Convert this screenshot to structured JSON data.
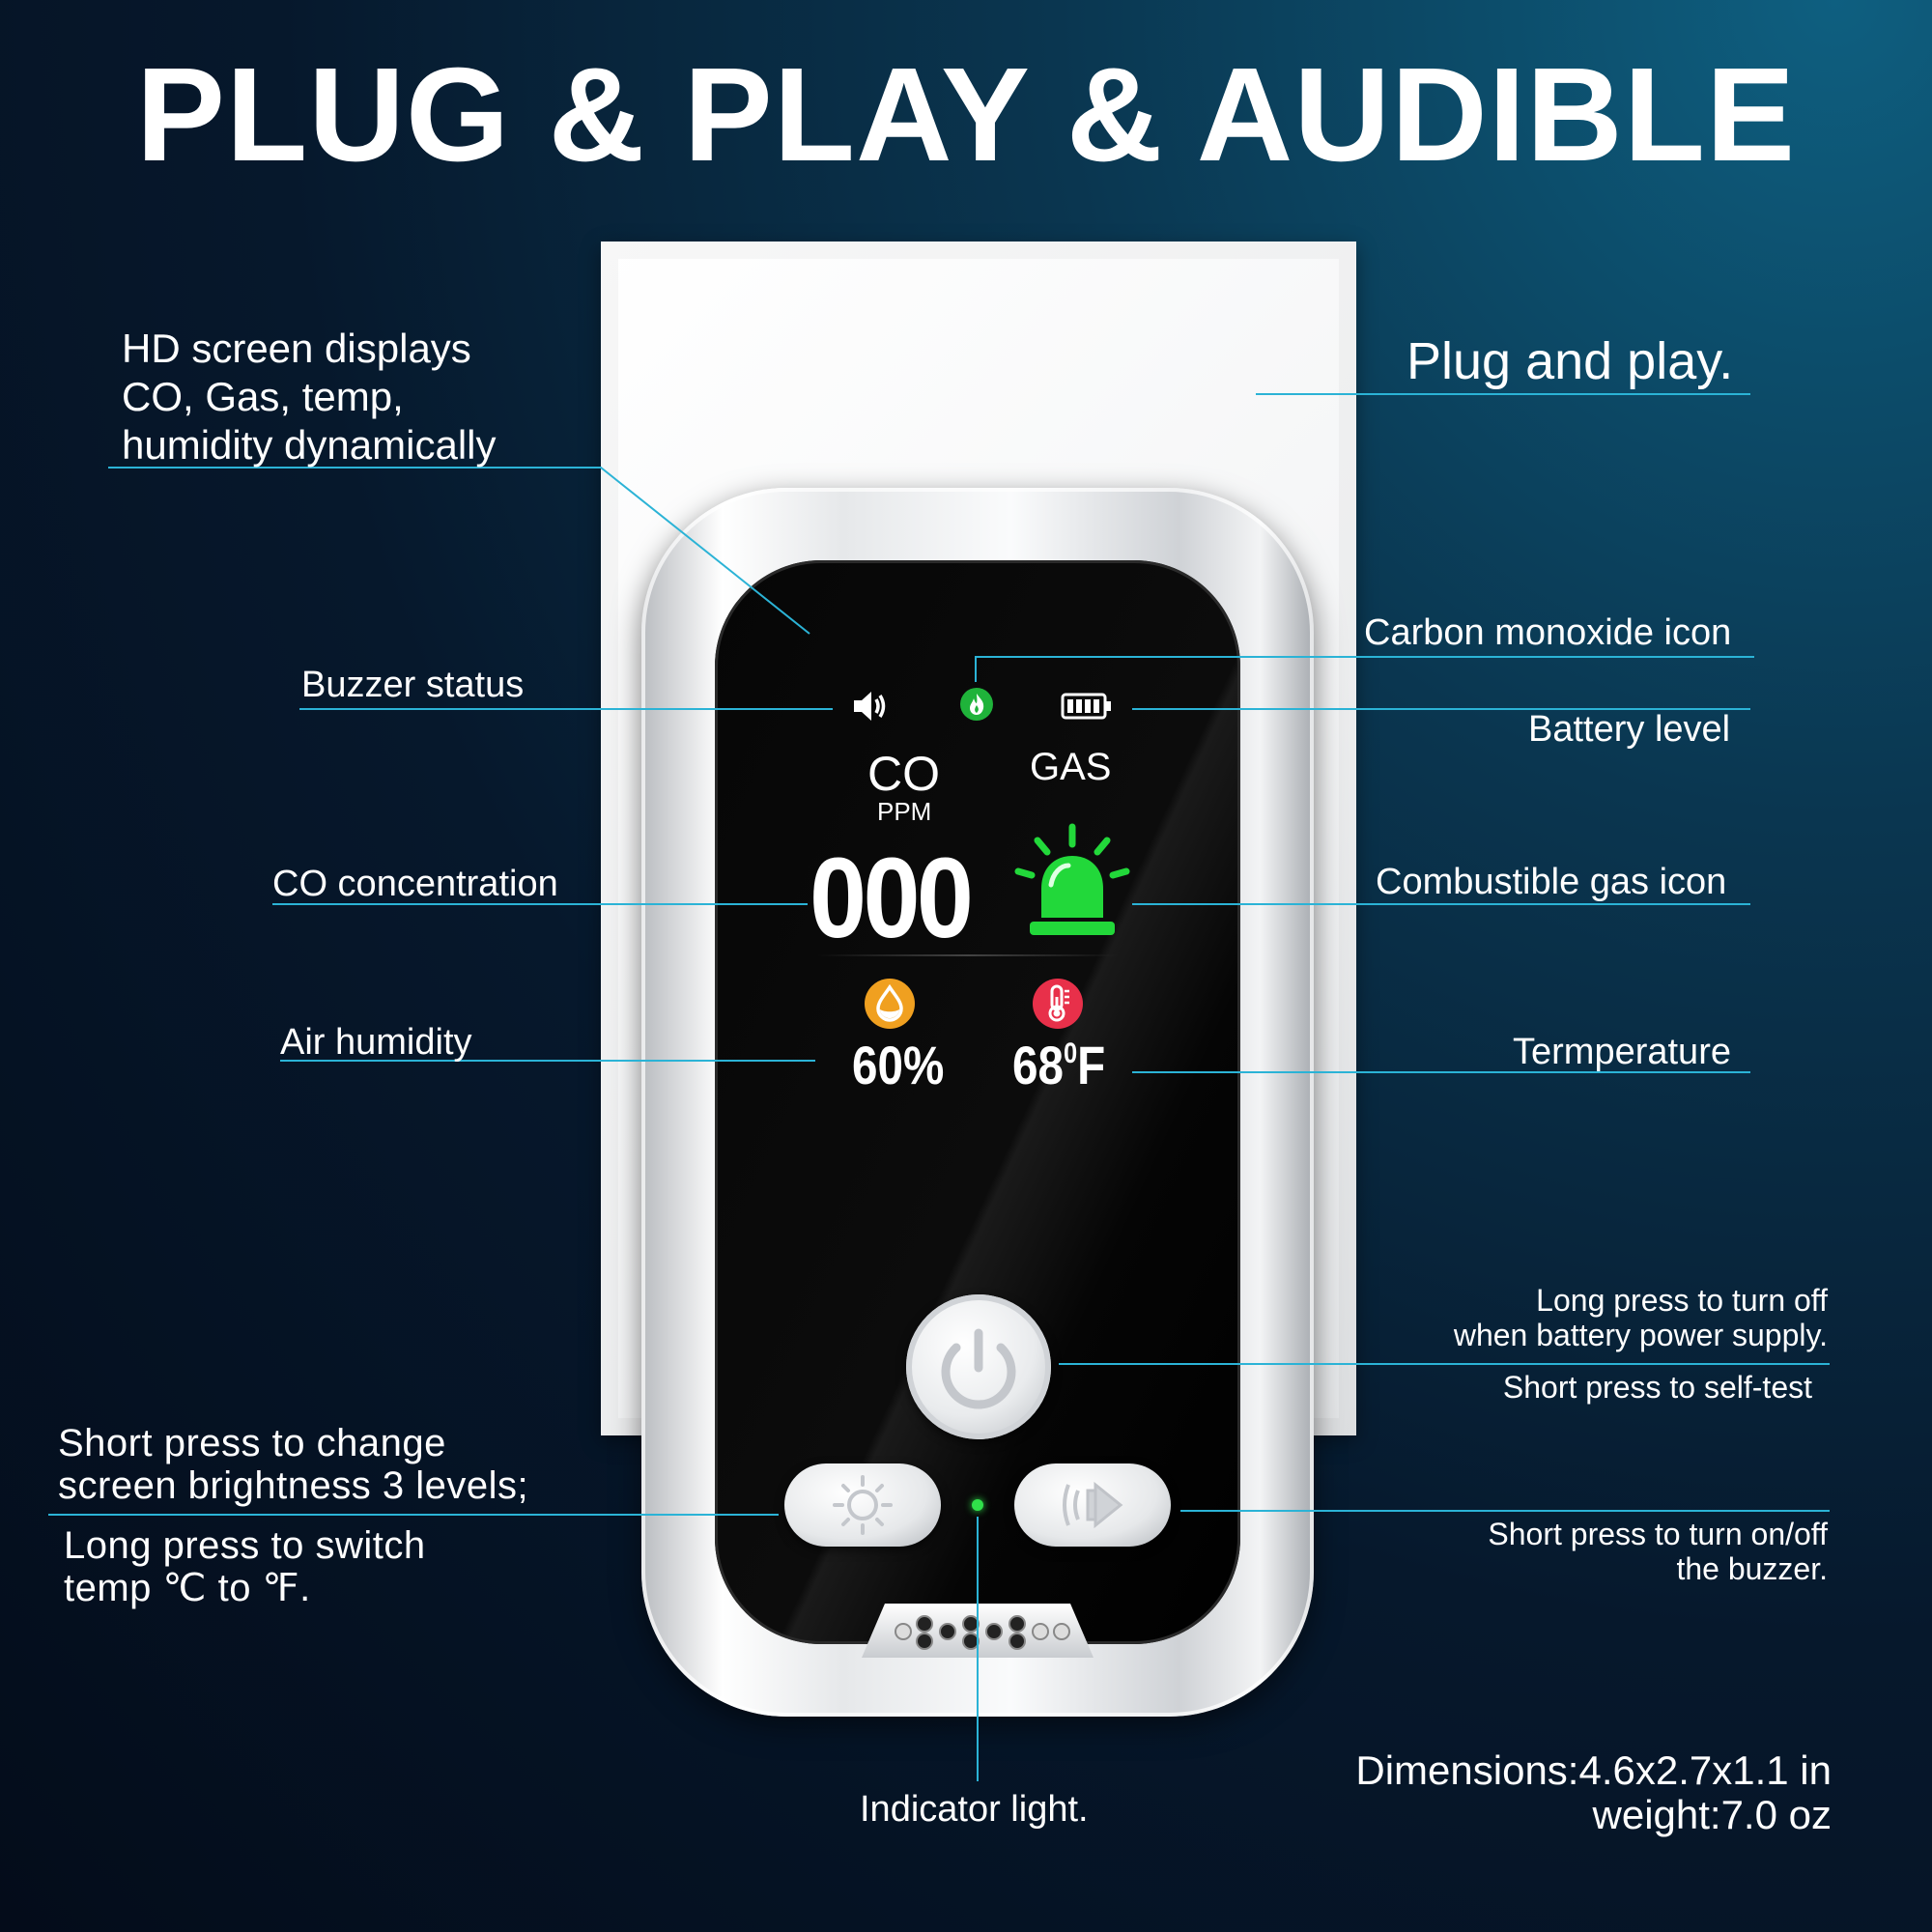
{
  "title": "PLUG & PLAY & AUDIBLE",
  "device_screen": {
    "co_label": "CO",
    "co_unit": "PPM",
    "gas_label": "GAS",
    "co_value": "000",
    "humidity_value": "60%",
    "temperature_value": "68",
    "temperature_degree": "0",
    "temperature_unit": "F"
  },
  "callouts": {
    "hd_screen": "HD screen displays\nCO, Gas, temp,\nhumidity dynamically",
    "plug_and_play": "Plug and play.",
    "carbon_monoxide_icon": "Carbon monoxide icon",
    "buzzer_status": "Buzzer status",
    "battery_level": "Battery level",
    "co_concentration": "CO concentration",
    "combustible_gas_icon": "Combustible gas icon",
    "air_humidity": "Air humidity",
    "temperature": "Termperature",
    "power_long_press": "Long press to turn off\nwhen battery power supply.",
    "power_short_press": "Short press to self-test",
    "brightness_short_press": "Short press to change\nscreen brightness 3 levels;",
    "brightness_long_press": "Long press to switch\ntemp ℃ to ℉.",
    "buzzer_short_press": "Short press to turn on/off\nthe buzzer.",
    "indicator_light": "Indicator light.",
    "dimensions": "Dimensions:4.6x2.7x1.1 in",
    "weight": "weight:7.0 oz"
  },
  "colors": {
    "callout_line": "#2bb3d6",
    "gas_alarm_green": "#22d83a",
    "co_icon_green": "#1fb33a",
    "humidity_orange": "#f0a020",
    "temperature_red": "#e8304a"
  },
  "icons": [
    "speaker-icon",
    "flame-icon",
    "battery-icon",
    "alarm-beacon-icon",
    "humidity-drop-icon",
    "thermometer-icon",
    "power-icon",
    "sun-icon",
    "buzzer-icon"
  ]
}
